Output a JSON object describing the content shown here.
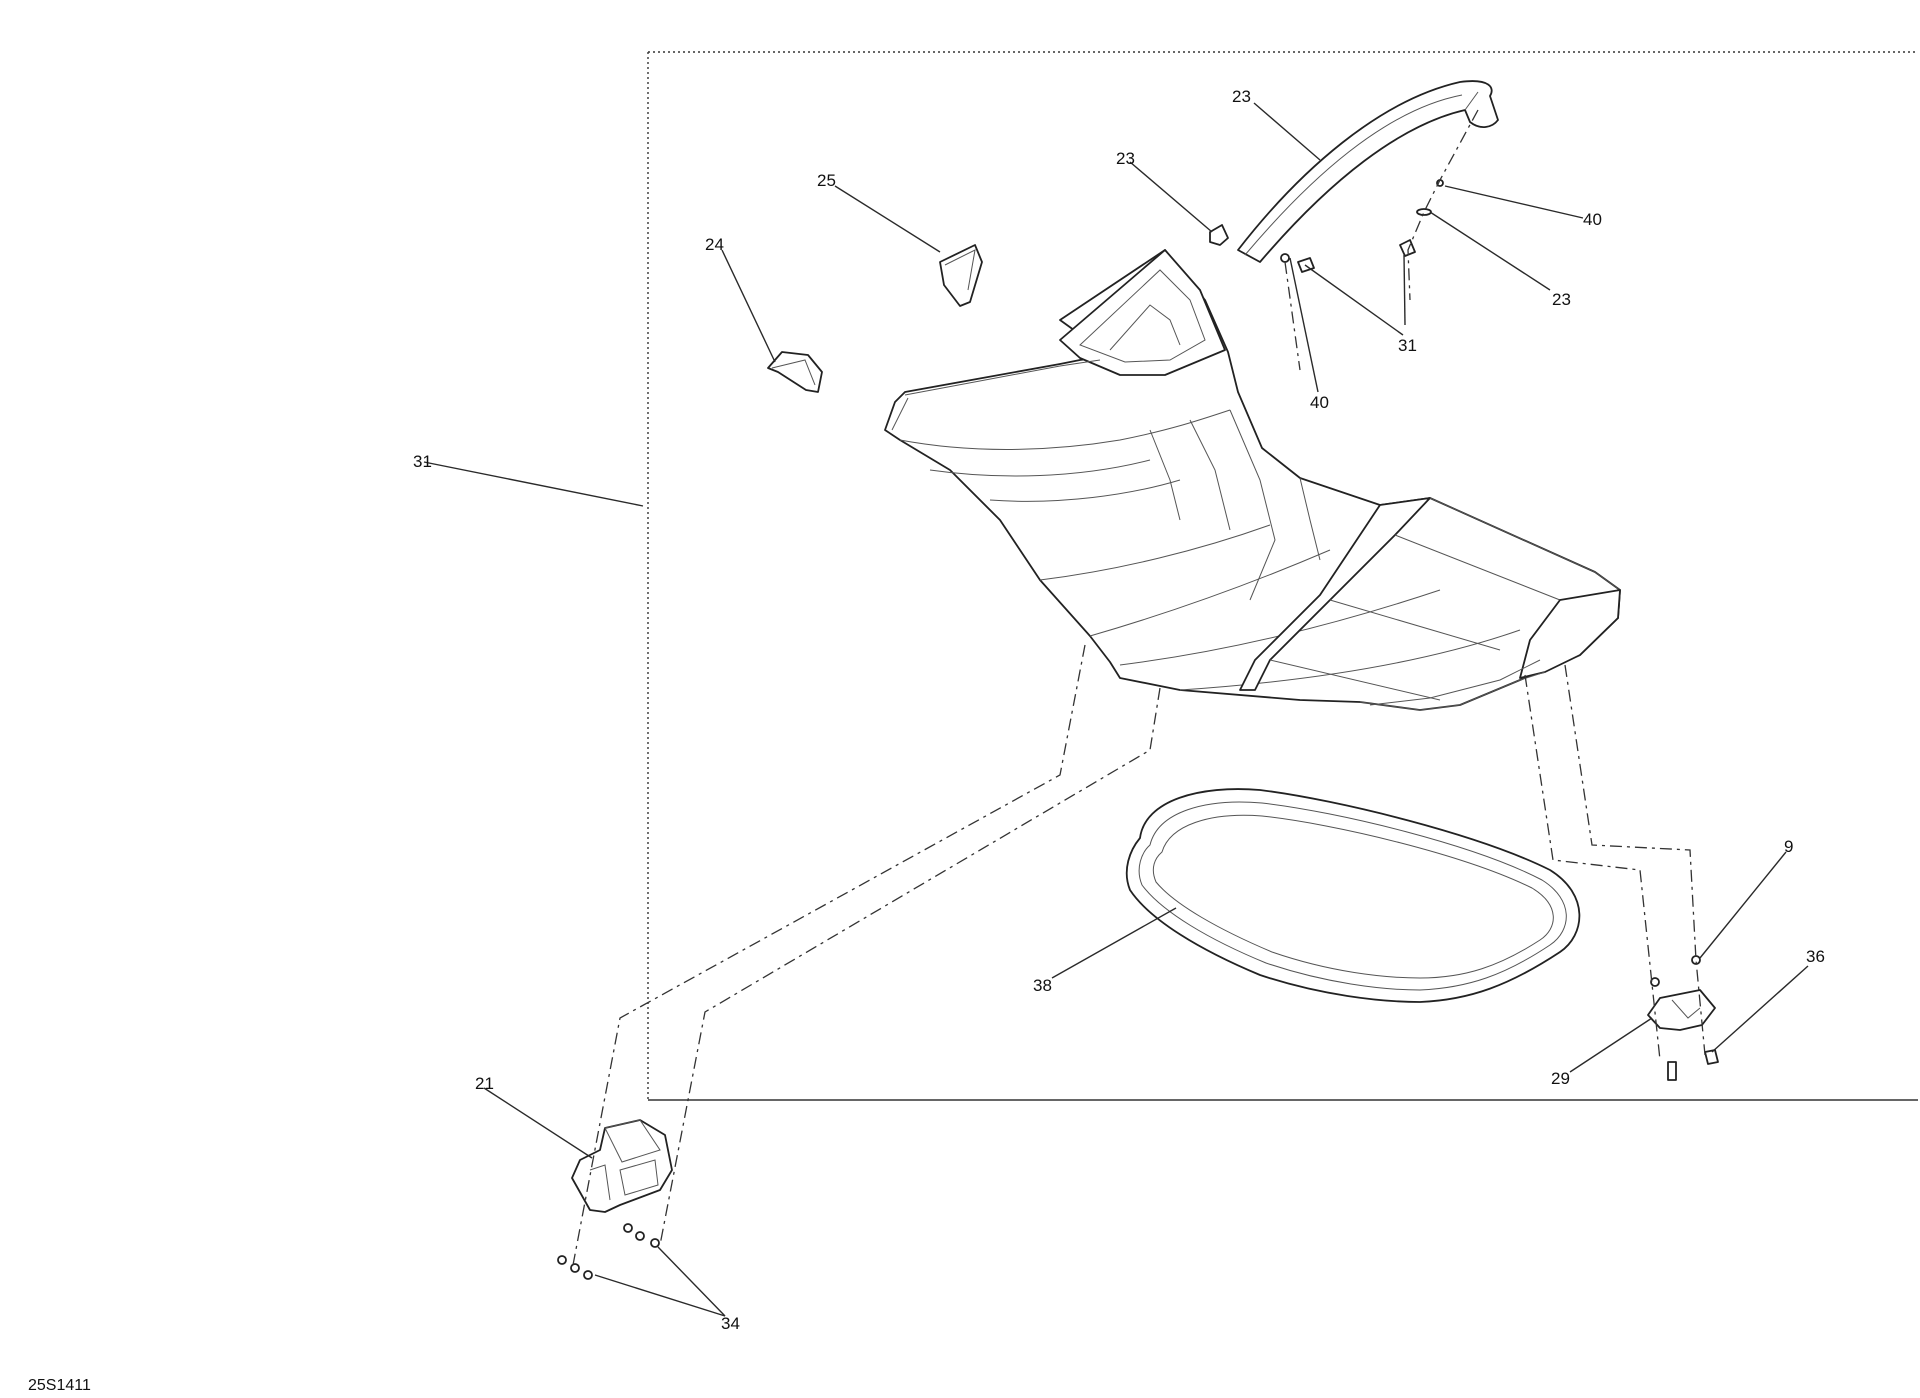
{
  "diagram_code": "25S1411",
  "callouts": [
    {
      "id": "c-23-strip",
      "text": "23"
    },
    {
      "id": "c-23-clip",
      "text": "23"
    },
    {
      "id": "c-23-right",
      "text": "23"
    },
    {
      "id": "c-25",
      "text": "25"
    },
    {
      "id": "c-24",
      "text": "24"
    },
    {
      "id": "c-40-top",
      "text": "40"
    },
    {
      "id": "c-40-mid",
      "text": "40"
    },
    {
      "id": "c-31-right",
      "text": "31"
    },
    {
      "id": "c-31-left",
      "text": "31"
    },
    {
      "id": "c-9",
      "text": "9"
    },
    {
      "id": "c-36",
      "text": "36"
    },
    {
      "id": "c-38",
      "text": "38"
    },
    {
      "id": "c-29",
      "text": "29"
    },
    {
      "id": "c-21",
      "text": "21"
    },
    {
      "id": "c-34",
      "text": "34"
    }
  ]
}
